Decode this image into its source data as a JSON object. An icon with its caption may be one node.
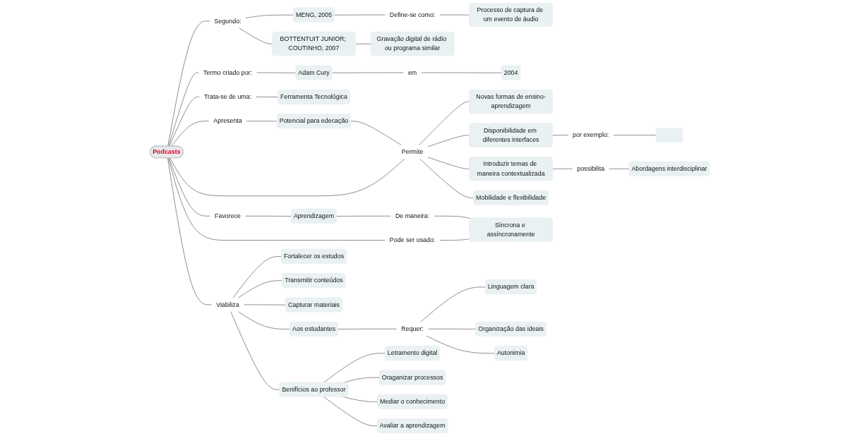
{
  "diagram": {
    "nodes": [
      {
        "text": [
          "Podcasts"
        ]
      },
      {
        "text": [
          "Define-se como:"
        ]
      },
      {
        "text": [
          "Processo de captura de um evento de áudio"
        ]
      },
      {
        "text": [
          "MENG, 2005"
        ]
      },
      {
        "text": [
          "2004"
        ]
      },
      {
        "text": [
          "em"
        ]
      },
      {
        "text": [
          "Adam Cury"
        ]
      },
      {
        "text": [
          "BOTTENTUIT JUNIOR; COUTINHO, 2007"
        ]
      },
      {
        "text": [
          "Gravação digital de rádio ou programa similar"
        ]
      },
      {
        "text": [
          "Termo criado por:"
        ]
      },
      {
        "text": [
          "Segundo:"
        ]
      },
      {
        "text": [
          "Fortalecer os estudos"
        ]
      },
      {
        "text": [
          "Letramento digital"
        ]
      },
      {
        "text": [
          "Ferramenta Tecnológica"
        ]
      },
      {
        "text": [
          "Trata-se de uma:"
        ]
      },
      {
        "text": [
          "Transmitir conteúdos"
        ]
      },
      {
        "text": [
          "Apresenta"
        ]
      },
      {
        "text": [
          "Oraganizar processos"
        ]
      },
      {
        "text": [
          "Capturar materiais"
        ]
      },
      {
        "text": [
          "Viabiliza"
        ]
      },
      {
        "text": [
          "Potencial para edecação"
        ]
      },
      {
        "text": [
          "Mediar o conhecimento"
        ]
      },
      {
        "text": [
          "Benifícios ao professor"
        ]
      },
      {
        "text": [
          "Permite"
        ]
      },
      {
        "text": [
          "Novas formas de ensino-aprendizagem"
        ]
      },
      {
        "text": [
          "Favorece"
        ]
      },
      {
        "text": [
          "Pode ser usado:"
        ]
      },
      {
        "text": [
          "Avaliar a aprendizagem"
        ]
      },
      {
        "text": [
          "Aos estudantes"
        ]
      },
      {
        "text": [
          "Disponibilidade em diferentes interfaces"
        ]
      },
      {
        "text": [
          "Aprendizagem"
        ]
      },
      {
        "text": [
          "Síncrona e assíncronamente"
        ]
      },
      {
        "text": [
          "Requer:"
        ]
      },
      {
        "text": [
          "Autonimia"
        ]
      },
      {
        "text": [
          "De maneira:"
        ]
      },
      {
        "text": [
          "por exemplo:"
        ]
      },
      {
        "text": [
          "Introduzir temas de maneira contextualizada"
        ]
      },
      {
        "text": [
          "Linguagem clara"
        ]
      },
      {
        "text": [],
        "shape": "box"
      },
      {
        "text": [
          "possibilita"
        ]
      },
      {
        "text": [
          "Mobilidade e flexibilidade"
        ]
      },
      {
        "text": [
          "Organização das ideais"
        ]
      },
      {
        "text": [
          "Abordagens interdisciplinar"
        ]
      }
    ],
    "edges": [
      {
        "from": 0,
        "to": 10,
        "arrow": "none"
      },
      {
        "from": 10,
        "to": 3,
        "arrow": "none"
      },
      {
        "from": 10,
        "to": 7,
        "arrow": "none"
      },
      {
        "from": 3,
        "to": 1,
        "arrow": "none"
      },
      {
        "from": 1,
        "to": 2,
        "arrow": "none"
      },
      {
        "from": 7,
        "to": 8,
        "arrow": "none"
      },
      {
        "from": 0,
        "to": 9,
        "arrow": "none"
      },
      {
        "from": 9,
        "to": 6,
        "arrow": "none"
      },
      {
        "from": 6,
        "to": 5,
        "arrow": "none"
      },
      {
        "from": 5,
        "to": 4,
        "arrow": "none"
      },
      {
        "from": 0,
        "to": 14,
        "arrow": "none"
      },
      {
        "from": 14,
        "to": 13,
        "arrow": "none"
      },
      {
        "from": 0,
        "to": 16,
        "arrow": "none"
      },
      {
        "from": 16,
        "to": 20,
        "arrow": "none"
      },
      {
        "from": 20,
        "to": 23,
        "arrow": "none"
      },
      {
        "from": 0,
        "to": 23,
        "arrow": "none"
      },
      {
        "from": 23,
        "to": 24,
        "arrow": "none"
      },
      {
        "from": 23,
        "to": 29,
        "arrow": "none"
      },
      {
        "from": 29,
        "to": 35,
        "arrow": "none"
      },
      {
        "from": 35,
        "to": 38,
        "arrow": "none"
      },
      {
        "from": 23,
        "to": 36,
        "arrow": "none"
      },
      {
        "from": 36,
        "to": 39,
        "arrow": "none"
      },
      {
        "from": 39,
        "to": 42,
        "arrow": "none"
      },
      {
        "from": 23,
        "to": 40,
        "arrow": "none"
      },
      {
        "from": 0,
        "to": 25,
        "arrow": "none"
      },
      {
        "from": 25,
        "to": 30,
        "arrow": "none"
      },
      {
        "from": 30,
        "to": 34,
        "arrow": "none"
      },
      {
        "from": 34,
        "to": 31,
        "arrow": "none"
      },
      {
        "from": 0,
        "to": 26,
        "arrow": "none"
      },
      {
        "from": 26,
        "to": 31,
        "arrow": "none"
      },
      {
        "from": 0,
        "to": 19,
        "arrow": "none"
      },
      {
        "from": 19,
        "to": 11,
        "arrow": "none"
      },
      {
        "from": 19,
        "to": 15,
        "arrow": "none"
      },
      {
        "from": 19,
        "to": 18,
        "arrow": "none"
      },
      {
        "from": 19,
        "to": 28,
        "arrow": "none"
      },
      {
        "from": 19,
        "to": 22,
        "arrow": "none"
      },
      {
        "from": 22,
        "to": 12,
        "arrow": "none"
      },
      {
        "from": 22,
        "to": 17,
        "arrow": "none"
      },
      {
        "from": 22,
        "to": 21,
        "arrow": "none"
      },
      {
        "from": 22,
        "to": 27,
        "arrow": "none"
      },
      {
        "from": 28,
        "to": 32,
        "arrow": "none"
      },
      {
        "from": 32,
        "to": 37,
        "arrow": "none"
      },
      {
        "from": 32,
        "to": 41,
        "arrow": "none"
      },
      {
        "from": 32,
        "to": 33,
        "arrow": "none"
      }
    ]
  }
}
